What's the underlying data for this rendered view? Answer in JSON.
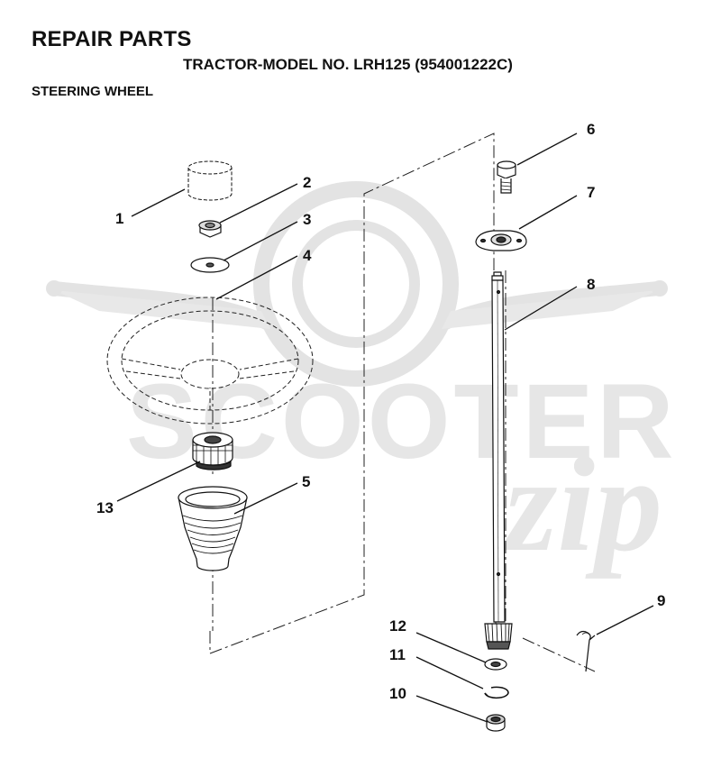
{
  "header": {
    "title": "REPAIR PARTS",
    "subtitle": "TRACTOR-MODEL NO. LRH125 (954001222C)",
    "section": "STEERING WHEEL"
  },
  "watermark": {
    "text_main": "SCOOTER",
    "text_script": "zip",
    "color": "#e3e3e3"
  },
  "callouts": [
    "1",
    "2",
    "3",
    "4",
    "5",
    "6",
    "7",
    "8",
    "9",
    "10",
    "11",
    "12",
    "13"
  ],
  "colors": {
    "line": "#111111",
    "part_fill": "#ffffff",
    "part_shade": "#cfcfcf"
  }
}
